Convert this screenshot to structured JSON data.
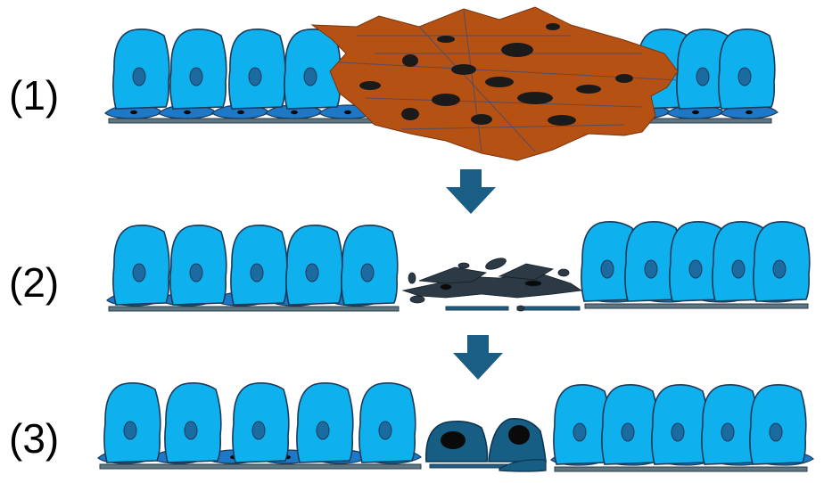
{
  "steps": [
    {
      "label": "(1)"
    },
    {
      "label": "(2)"
    },
    {
      "label": "(3)"
    }
  ],
  "colors": {
    "epithelial_cell": "#0fb0ee",
    "cell_outline": "#1c3a57",
    "nucleus": "#1b6aa0",
    "basal_cell": "#1e78c8",
    "membrane": "#5f7580",
    "invading_cells": "#b55113",
    "invading_nucleus": "#1a1a1a",
    "debris": "#2c3a46",
    "regenerating_cell": "#175e84",
    "arrow": "#1a5e86"
  }
}
